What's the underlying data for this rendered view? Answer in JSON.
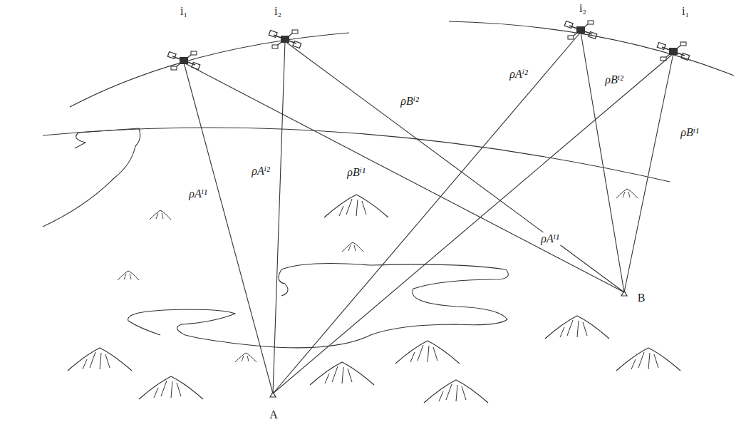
{
  "diagram": {
    "labels": [
      "i₁",
      "i₂",
      "i₂",
      "i₁",
      "ρAⁱ¹",
      "ρAⁱ²",
      "ρBⁱ¹",
      "ρBⁱ²",
      "ρAⁱ²",
      "ρBⁱ²",
      "ρBⁱ¹",
      "ρAⁱ¹",
      "A",
      "B"
    ]
  }
}
